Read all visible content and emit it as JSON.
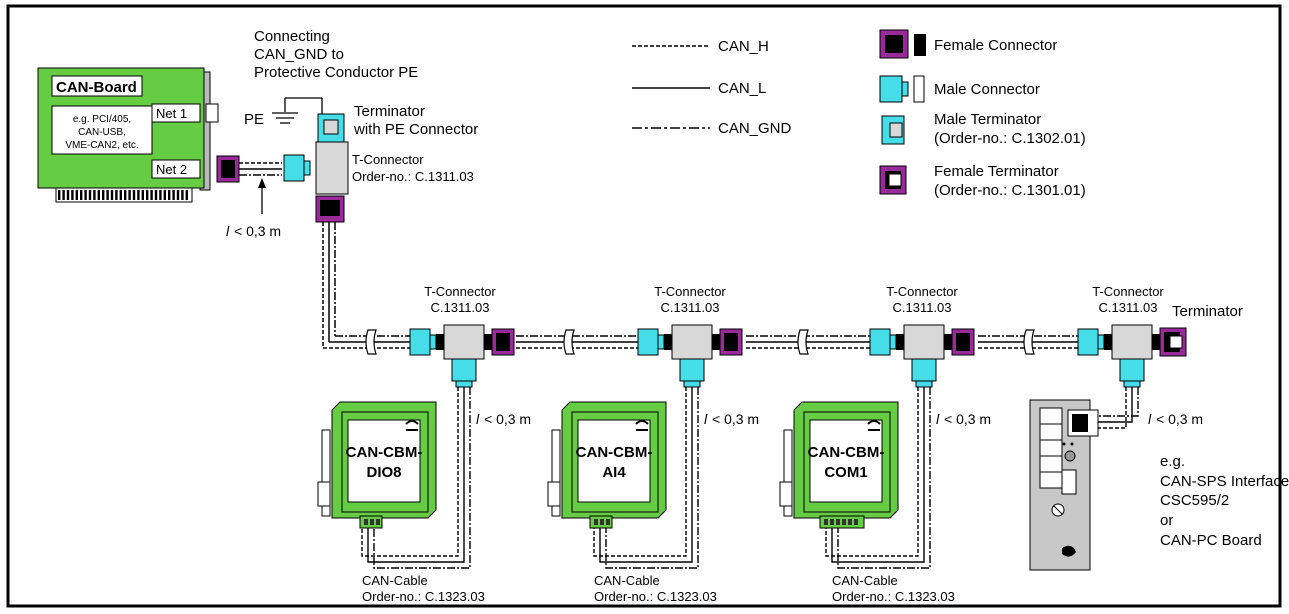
{
  "can_board": {
    "title": "CAN-Board",
    "examples": [
      "e.g. PCI/405,",
      "CAN-USB,",
      "VME-CAN2, etc."
    ],
    "net1": "Net 1",
    "net2": "Net 2"
  },
  "pe_note": {
    "lines": [
      "Connecting",
      "CAN_GND to",
      "Protective Conductor PE"
    ],
    "pe_label": "PE"
  },
  "terminator_pe": [
    "Terminator",
    "with PE Connector"
  ],
  "t_connector_first": [
    "T-Connector",
    "Order-no.: C.1311.03"
  ],
  "length_label": "< 0,3 m",
  "length_symbol": "l",
  "legend_lines": [
    {
      "label": "CAN_H",
      "style": "dashed"
    },
    {
      "label": "CAN_L",
      "style": "solid"
    },
    {
      "label": "CAN_GND",
      "style": "dash-dot"
    }
  ],
  "legend_connectors": [
    {
      "lines": [
        "Female Connector"
      ]
    },
    {
      "lines": [
        "Male Connector"
      ]
    },
    {
      "lines": [
        "Male Terminator",
        "(Order-no.: C.1302.01)"
      ]
    },
    {
      "lines": [
        "Female Terminator",
        "(Order-no.: C.1301.01)"
      ]
    }
  ],
  "bus_t_connectors": [
    [
      "T-Connector",
      "C.1311.03"
    ],
    [
      "T-Connector",
      "C.1311.03"
    ],
    [
      "T-Connector",
      "C.1311.03"
    ],
    [
      "T-Connector",
      "C.1311.03"
    ]
  ],
  "end_terminator": "Terminator",
  "modules": [
    {
      "lines": [
        "CAN-CBM-",
        "DIO8"
      ]
    },
    {
      "lines": [
        "CAN-CBM-",
        "AI4"
      ]
    },
    {
      "lines": [
        "CAN-CBM-",
        "COM1"
      ]
    }
  ],
  "cable_labels": [
    [
      "CAN-Cable",
      "Order-no.: C.1323.03"
    ],
    [
      "CAN-Cable",
      "Order-no.: C.1323.03"
    ],
    [
      "CAN-Cable",
      "Order-no.: C.1323.03"
    ]
  ],
  "sps_note": [
    "e.g.",
    "CAN-SPS Interface",
    "CSC595/2",
    "or",
    "CAN-PC Board"
  ],
  "colors": {
    "board_green": "#66cc44",
    "female_purple": "#9a2a9a",
    "male_cyan": "#44dde8",
    "tconnector_gray": "#d8d8d8",
    "panel_gray": "#c8c8c8"
  }
}
